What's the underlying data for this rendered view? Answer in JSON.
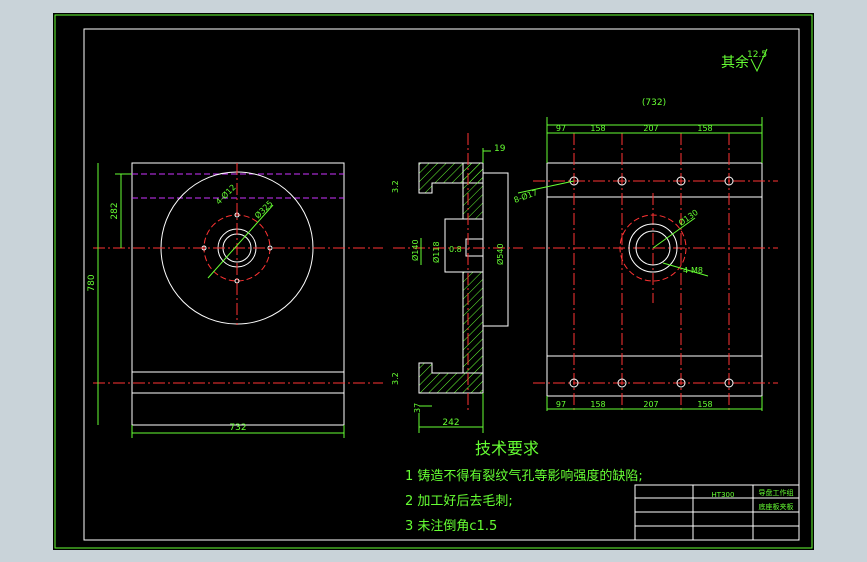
{
  "colors": {
    "background": "#c9d3d9",
    "drawing_bg": "#000000",
    "border": "#66ff33",
    "outline": "#ffffff",
    "centerline": "#ff3333",
    "dimension": "#66ff33",
    "hidden": "#cc33ff"
  },
  "roughness": {
    "label": "其余",
    "value": "12.5"
  },
  "dimensions": {
    "front_total_width": "732",
    "front_height": "780",
    "front_top_offset": "282",
    "front_bore": "4-Ø12",
    "front_pcd": "Ø325",
    "side_width": "242",
    "side_flange": "19",
    "side_d140": "Ø140",
    "side_d118": "Ø118",
    "side_d540": "Ø540",
    "side_r": "0.8",
    "side_37": "37",
    "side_top_rough": "3.2",
    "side_bot_rough": "3.2",
    "top_overall": "(732)",
    "top_97a": "97",
    "top_158a": "158",
    "top_207": "207",
    "top_158b": "158",
    "holes_label": "8-Ø17",
    "right_d130": "Ø130",
    "right_holes": "4-M8",
    "bot_97": "97",
    "bot_158a": "158",
    "bot_207": "207",
    "bot_158b": "158"
  },
  "technical_requirements": {
    "title": "技术要求",
    "items": [
      "1 铸造不得有裂纹气孔等影响强度的缺陷;",
      "2 加工好后去毛刺;",
      "3 未注倒角c1.5"
    ]
  },
  "title_block": {
    "part_no": "HT300",
    "org": "导盘工作组",
    "name": "底座板夹板"
  }
}
